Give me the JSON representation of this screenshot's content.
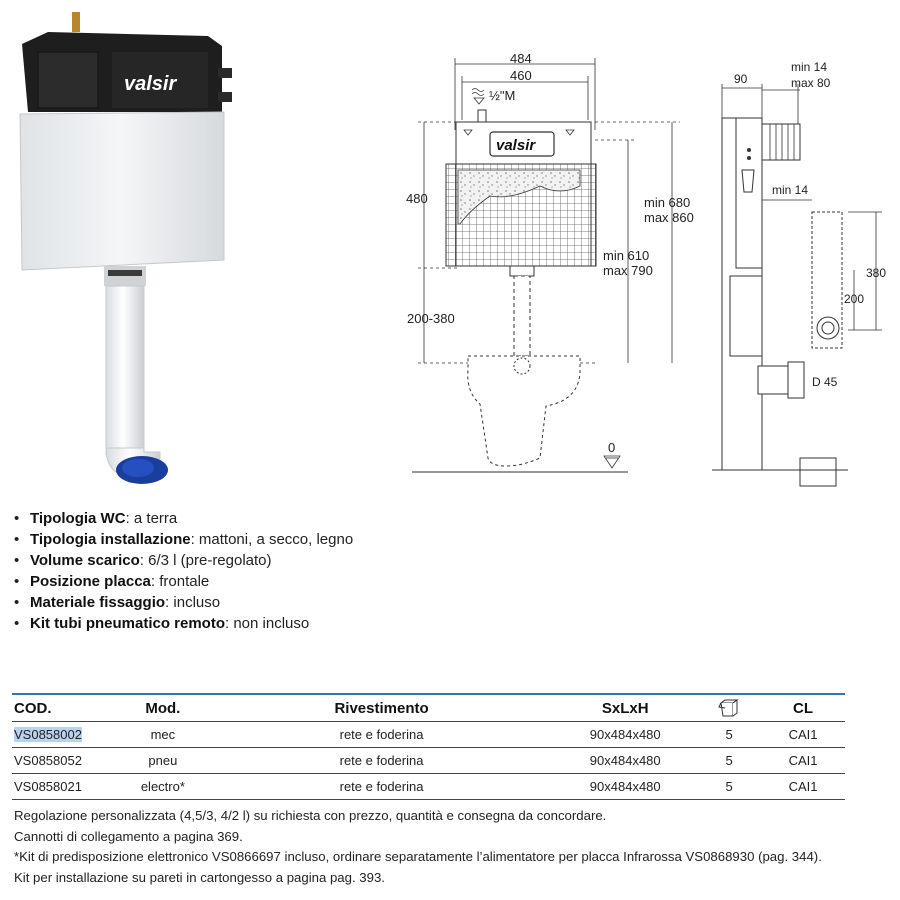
{
  "brand": {
    "logo_text": "valsir"
  },
  "front_drawing": {
    "dim_width_outer": "484",
    "dim_width_inner": "460",
    "dim_inlet": "½\"M",
    "dim_height": "480",
    "dim_floor_to_tank": "200-380",
    "dim_total_height": "min 680\nmax 860",
    "dim_total_min": "min 680",
    "dim_total_max": "max 860",
    "dim_frame_min": "min 610",
    "dim_frame_max": "max 790",
    "dim_floor_zero": "0"
  },
  "side_drawing": {
    "dim_depth": "90",
    "dim_front_min": "min 14",
    "dim_front_max": "max 80",
    "dim_wall_min": "min 14",
    "dim_outlet_height": "380",
    "dim_outlet_center": "200",
    "dim_diameter": "D 45"
  },
  "features": [
    {
      "label": "Tipologia WC",
      "value": "a terra"
    },
    {
      "label": "Tipologia installazione",
      "value": "mattoni, a secco, legno"
    },
    {
      "label": "Volume scarico",
      "value": "6/3 l (pre-regolato)"
    },
    {
      "label": "Posizione placca",
      "value": "frontale"
    },
    {
      "label": "Materiale fissaggio",
      "value": "incluso"
    },
    {
      "label": "Kit tubi pneumatico remoto",
      "value": "non incluso"
    }
  ],
  "table": {
    "headers": {
      "cod": "COD.",
      "mod": "Mod.",
      "rivestimento": "Rivestimento",
      "size": "SxLxH",
      "box_icon": "box-icon",
      "cl": "CL"
    },
    "rows": [
      {
        "cod": "VS0858002",
        "mod": "mec",
        "rivestimento": "rete e foderina",
        "size": "90x484x480",
        "qty": "5",
        "cl": "CAI1"
      },
      {
        "cod": "VS0858052",
        "mod": "pneu",
        "rivestimento": "rete e foderina",
        "size": "90x484x480",
        "qty": "5",
        "cl": "CAI1"
      },
      {
        "cod": "VS0858021",
        "mod": "electro*",
        "rivestimento": "rete e foderina",
        "size": "90x484x480",
        "qty": "5",
        "cl": "CAI1"
      }
    ],
    "selected_row": 0,
    "accent_color": "#3f6fb5",
    "selection_color": "#b9d3ef"
  },
  "notes": [
    "Regolazione personalizzata (4,5/3, 4/2 l) su richiesta con prezzo, quantità e consegna da concordare.",
    "Cannotti di collegamento a pagina 369.",
    "*Kit di predisposizione elettronico VS0866697 incluso, ordinare separatamente l’alimentatore per placca Infrarossa VS0868930 (pag. 344).",
    "Kit per installazione su pareti in cartongesso a pagina pag. 393."
  ]
}
